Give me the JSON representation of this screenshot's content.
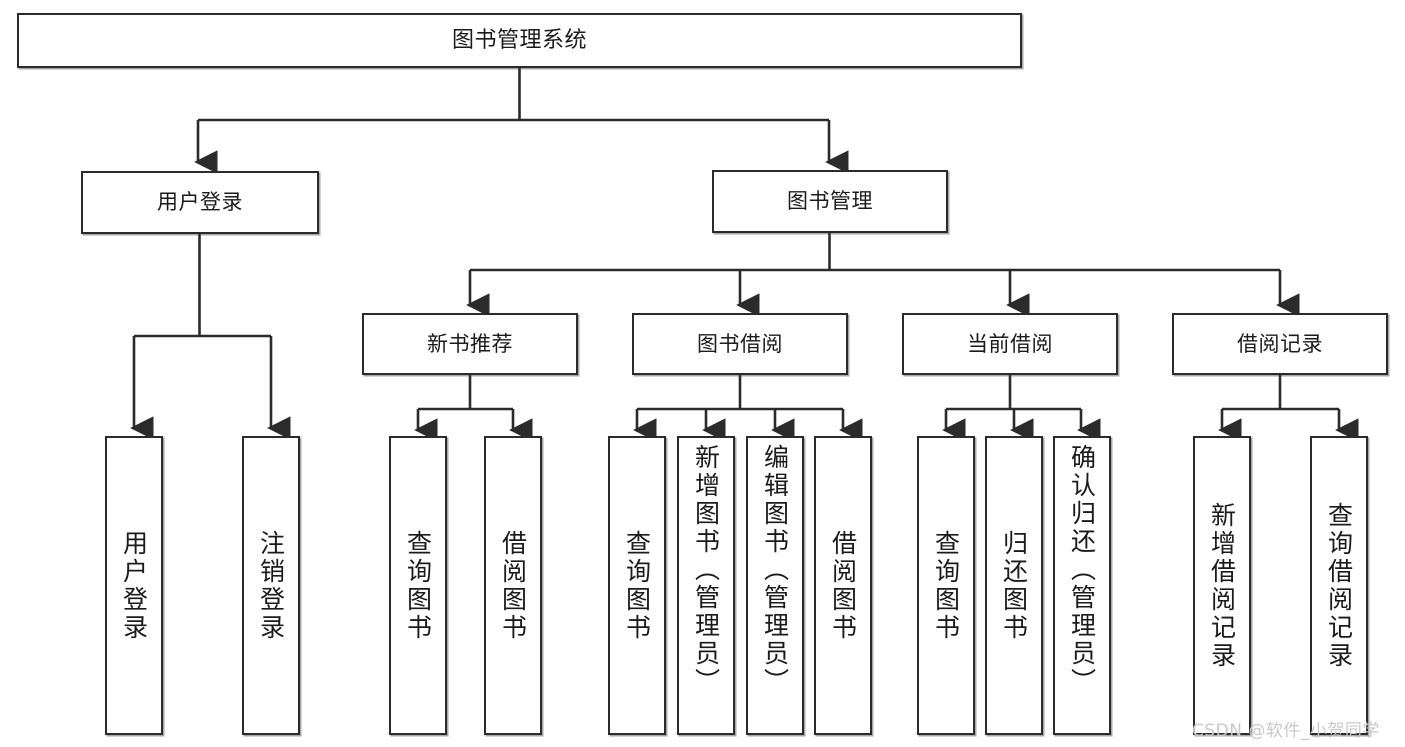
{
  "diagram": {
    "title": "图书管理系统",
    "type": "tree-structure-chart",
    "watermark": "CSDN @软件_小贺同学",
    "colors": {
      "box_border": "#2b2b2b",
      "box_fill": "#ffffff",
      "line": "#2b2b2b",
      "text": "#1b1b1b",
      "watermark": "#c9c9c9"
    },
    "nodes": {
      "root": {
        "label": "图书管理系统"
      },
      "level2": [
        {
          "label": "用户登录"
        },
        {
          "label": "图书管理"
        }
      ],
      "level3": [
        {
          "label": "新书推荐"
        },
        {
          "label": "图书借阅"
        },
        {
          "label": "当前借阅"
        },
        {
          "label": "借阅记录"
        }
      ],
      "leaves_user_login": [
        {
          "label": "用户登录"
        },
        {
          "label": "注销登录"
        }
      ],
      "leaves_new_book": [
        {
          "label": "查询图书"
        },
        {
          "label": "借阅图书"
        }
      ],
      "leaves_borrow": [
        {
          "label": "查询图书"
        },
        {
          "label": "新增图书（管理员）"
        },
        {
          "label": "编辑图书（管理员）"
        },
        {
          "label": "借阅图书"
        }
      ],
      "leaves_current": [
        {
          "label": "查询图书"
        },
        {
          "label": "归还图书"
        },
        {
          "label": "确认归还（管理员）"
        }
      ],
      "leaves_records": [
        {
          "label": "新增借阅记录"
        },
        {
          "label": "查询借阅记录"
        }
      ]
    }
  }
}
